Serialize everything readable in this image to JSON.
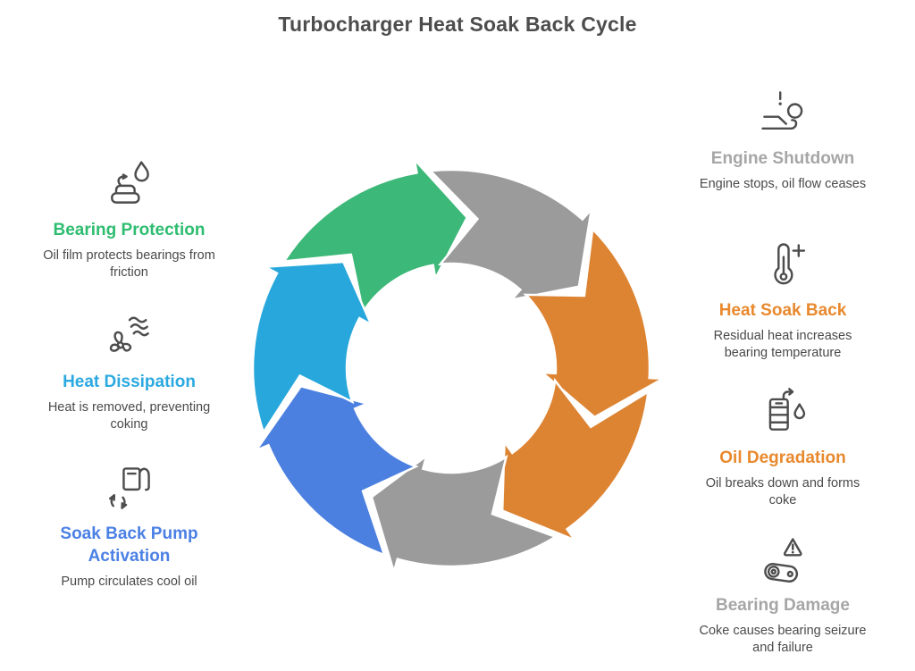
{
  "title": "Turbocharger Heat Soak Back Cycle",
  "colors": {
    "green": "#2ebd70",
    "light_blue": "#2ba9e0",
    "blue": "#4b80e4",
    "orange": "#e8892e",
    "gray": "#a6a6a6",
    "text_dark": "#4d4d4d",
    "text_body": "#4a4a4a"
  },
  "cycle": {
    "arrows": [
      {
        "stage": "bearing-protection",
        "color": "#3cb878"
      },
      {
        "stage": "engine-shutdown",
        "color": "#9b9b9b"
      },
      {
        "stage": "heat-soak-back",
        "color": "#dd8433"
      },
      {
        "stage": "oil-degradation",
        "color": "#dd8433"
      },
      {
        "stage": "bearing-damage",
        "color": "#9b9b9b"
      },
      {
        "stage": "soak-back-pump-activation",
        "color": "#4c80e0"
      },
      {
        "stage": "heat-dissipation",
        "color": "#27a7dc"
      }
    ]
  },
  "left_items": [
    {
      "icon": "grease-pot-droplet-icon",
      "heading": "Bearing Protection",
      "heading_color": "#2ebd70",
      "description": "Oil film protects bearings from friction"
    },
    {
      "icon": "fan-airflow-icon",
      "heading": "Heat Dissipation",
      "heading_color": "#2ba9e0",
      "description": "Heat is removed, preventing coking"
    },
    {
      "icon": "pump-recycle-icon",
      "heading": "Soak Back Pump Activation",
      "heading_color": "#4b80e4",
      "description": "Pump circulates cool oil"
    }
  ],
  "right_items": [
    {
      "icon": "gear-lever-alert-icon",
      "heading": "Engine Shutdown",
      "heading_color": "#a6a6a6",
      "description": "Engine stops, oil flow ceases"
    },
    {
      "icon": "thermometer-plus-icon",
      "heading": "Heat Soak Back",
      "heading_color": "#e8892e",
      "description": "Residual heat increases bearing temperature"
    },
    {
      "icon": "oil-barrel-droplet-icon",
      "heading": "Oil Degradation",
      "heading_color": "#e8892e",
      "description": "Oil breaks down and forms coke"
    },
    {
      "icon": "bearing-alert-icon",
      "heading": "Bearing Damage",
      "heading_color": "#a6a6a6",
      "description": "Coke causes bearing seizure and failure"
    }
  ]
}
